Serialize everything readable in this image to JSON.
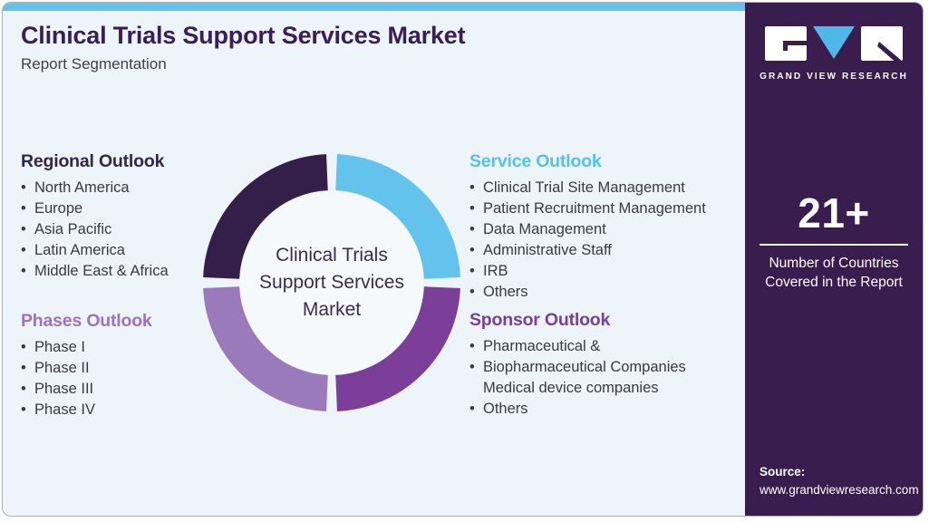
{
  "header": {
    "title": "Clinical Trials Support Services Market",
    "subtitle": "Report Segmentation"
  },
  "sections": [
    {
      "id": "regional",
      "title": "Regional Outlook",
      "color": "#33254c",
      "items": [
        "North America",
        "Europe",
        "Asia Pacific",
        "Latin America",
        "Middle East & Africa"
      ]
    },
    {
      "id": "phases",
      "title": "Phases Outlook",
      "color": "#9c74bc",
      "items": [
        "Phase I",
        "Phase II",
        "Phase III",
        "Phase IV"
      ]
    },
    {
      "id": "service",
      "title": "Service Outlook",
      "color": "#55c1ed",
      "items": [
        "Clinical Trial Site Management",
        "Patient Recruitment Management",
        "Data Management",
        "Administrative Staff",
        "IRB",
        "Others"
      ]
    },
    {
      "id": "sponsor",
      "title": "Sponsor Outlook",
      "color": "#7b3f9d",
      "items": [
        "Pharmaceutical &",
        "Biopharmaceutical Companies",
        "Medical device companies",
        "Others"
      ],
      "continuation_item_index": 2
    }
  ],
  "chart_data": {
    "type": "pie",
    "subtype": "donut",
    "title": "Clinical Trials Support Services Market — Report Segmentation",
    "center_label": "Clinical Trials Support Services Market",
    "center_label_lines": [
      "Clinical Trials",
      "Support Services",
      "Market"
    ],
    "legend_position": "none",
    "segments": [
      {
        "label": "Regional Outlook",
        "value": 25,
        "color": "#331f49",
        "position": "top-left"
      },
      {
        "label": "Service Outlook",
        "value": 25,
        "color": "#63c3ec",
        "position": "top-right"
      },
      {
        "label": "Sponsor Outlook",
        "value": 25,
        "color": "#7c3f99",
        "position": "bottom-right"
      },
      {
        "label": "Phases Outlook",
        "value": 25,
        "color": "#9b7abc",
        "position": "bottom-left"
      }
    ]
  },
  "sidebar": {
    "logo_text": "GRAND VIEW RESEARCH",
    "stat_value": "21+",
    "stat_label_lines": [
      "Number of Countries",
      "Covered in the Report"
    ],
    "source_label": "Source:",
    "source_url": "www.grandviewresearch.com"
  },
  "colors": {
    "page_background": "#edf4fa",
    "top_bar": "#63c3ec",
    "sidebar_background": "#3a1d4f",
    "title_text": "#3a1d5b",
    "body_text": "#3a3a3f",
    "donut_dark": "#331f49",
    "donut_blue": "#63c3ec",
    "donut_purple": "#7c3f99",
    "donut_light_purple": "#9b7abc",
    "logo_triangle": "#4fb8e6"
  }
}
